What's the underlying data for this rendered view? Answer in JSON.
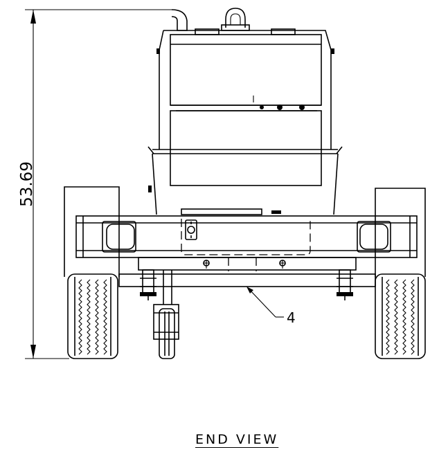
{
  "drawing": {
    "title": "END VIEW",
    "dimension_label": "53.69",
    "callout_label": "4"
  }
}
